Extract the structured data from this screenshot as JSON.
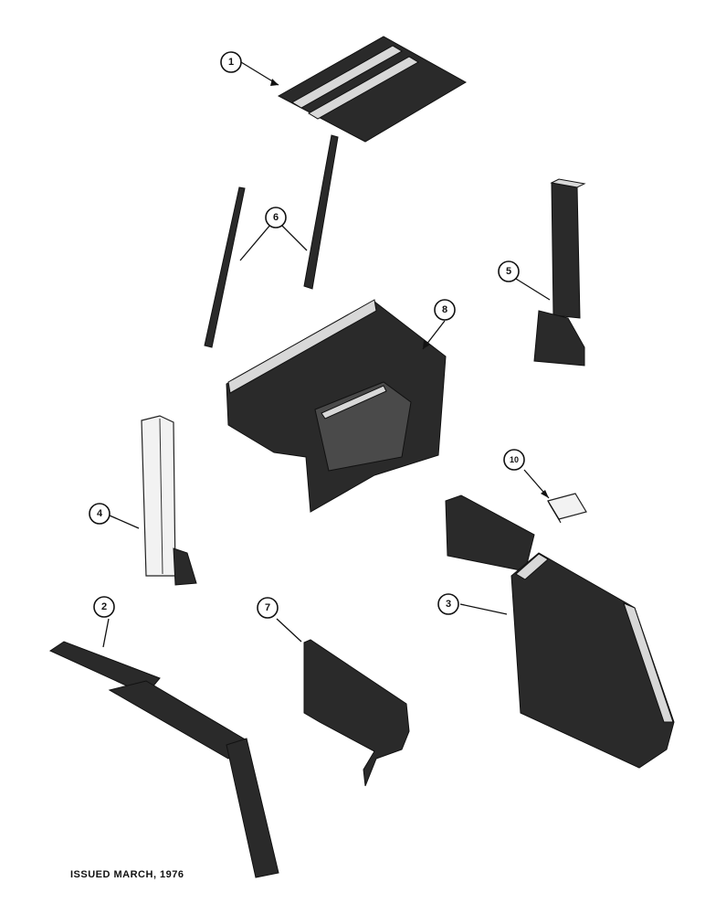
{
  "issued_note": "ISSUED MARCH, 1976",
  "callouts": [
    {
      "id": "callout-1",
      "number": "1"
    },
    {
      "id": "callout-2",
      "number": "2"
    },
    {
      "id": "callout-3",
      "number": "3"
    },
    {
      "id": "callout-4",
      "number": "4"
    },
    {
      "id": "callout-5",
      "number": "5"
    },
    {
      "id": "callout-6",
      "number": "6"
    },
    {
      "id": "callout-7",
      "number": "7"
    },
    {
      "id": "callout-8",
      "number": "8"
    },
    {
      "id": "callout-10",
      "number": "10"
    }
  ]
}
